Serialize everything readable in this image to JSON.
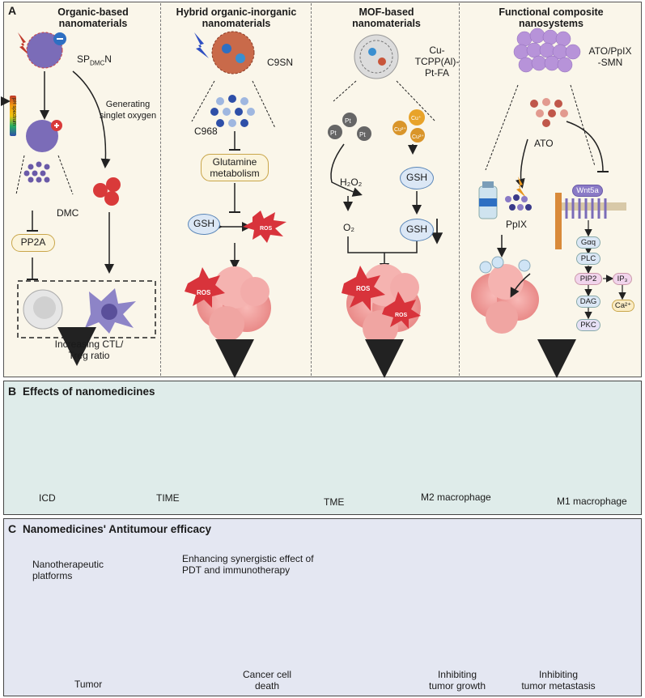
{
  "panel_a": {
    "label": "A",
    "col1": {
      "title": "Organic-based\nnanomaterials",
      "agent": "SP",
      "agent_sub": "DMC",
      "agent_suffix": "N",
      "ph_label": "pH spectrum",
      "singlet": "Generating\nsinglet oxygen",
      "dmc": "DMC",
      "pp2a": "PP2A",
      "ratio": "Increasing CTL/\nTreg ratio"
    },
    "col2": {
      "title": "Hybrid organic-inorganic\nnanomaterials",
      "agent": "C9SN",
      "c968": "C968",
      "glutamine": "Glutamine\nmetabolism",
      "gsh": "GSH",
      "ros": "ROS",
      "ros_big": "ROS"
    },
    "col3": {
      "title": "MOF-based\nnanomaterials",
      "agent": "Cu-\nTCPP(Al)-\nPt-FA",
      "pt": "Pt",
      "cu2": "Cu²⁺",
      "cu1": "Cu⁺",
      "h2o2": "H₂O₂",
      "o2": "O₂",
      "gsh": "GSH",
      "ros1": "ROS",
      "ros2": "ROS"
    },
    "col4": {
      "title": "Functional composite\nnanosystems",
      "agent": "ATO/PpIX\n-SMN",
      "ato": "ATO",
      "ppix": "PpIX",
      "wnt5a": "Wnt5a",
      "gaq": "Gαq",
      "plc": "PLC",
      "pip2": "PIP2",
      "ip3": "IP₃",
      "dag": "DAG",
      "ca": "Ca²⁺",
      "pkc": "PKC"
    }
  },
  "panel_b": {
    "label": "B",
    "title": "Effects of nanomedicines",
    "icd": "ICD",
    "time": "TIME",
    "tme": "TME",
    "m2": "M2 macrophage",
    "m1": "M1 macrophage"
  },
  "panel_c": {
    "label": "C",
    "title": "Nanomedicines' Antitumour efficacy",
    "platforms": "Nanotherapeutic\nplatforms",
    "synergy": "Enhancing synergistic effect of\nPDT and immunotherapy",
    "tumor": "Tumor",
    "death": "Cancer cell\ndeath",
    "growth": "Inhibiting\ntumor growth",
    "metastasis": "Inhibiting\ntumor metastasis"
  },
  "colors": {
    "panel_a_bg": "#faf6ea",
    "panel_b_bg": "#dfecea",
    "panel_c_bg": "#e4e7f2",
    "tumor_pink": "#f2a3a3",
    "ros_red": "#d8333b",
    "nano_purple": "#6a5aa8",
    "gsh_blue": "#dbe7f5"
  }
}
